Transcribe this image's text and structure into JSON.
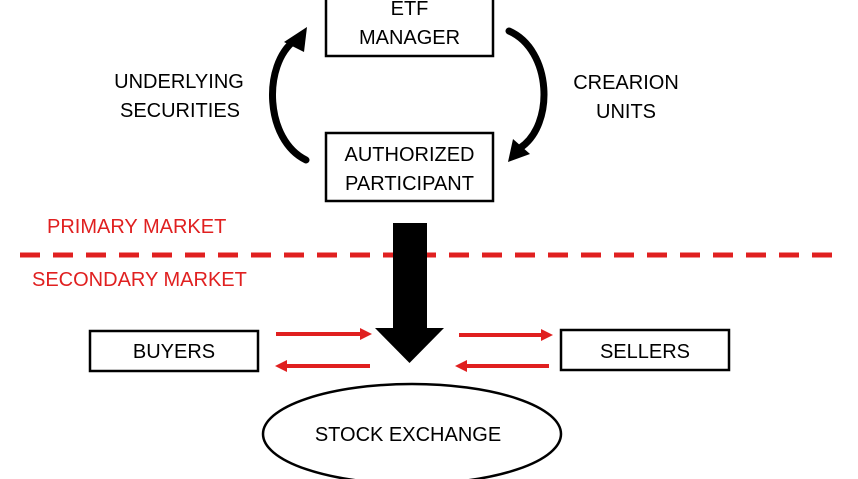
{
  "colors": {
    "ink": "#000000",
    "market_red": "#e02020",
    "background": "#ffffff"
  },
  "nodes": {
    "etf_manager": {
      "line1": "ETF",
      "line2": "MANAGER"
    },
    "authorized_participant": {
      "line1": "AUTHORIZED",
      "line2": "PARTICIPANT"
    },
    "buyers": {
      "label": "BUYERS"
    },
    "sellers": {
      "label": "SELLERS"
    },
    "stock_exchange": {
      "label": "STOCK EXCHANGE"
    }
  },
  "flows": {
    "underlying_securities": {
      "line1": "UNDERLYING",
      "line2": "SECURITIES"
    },
    "creation_units": {
      "line1": "CREARION",
      "line2": "UNITS"
    }
  },
  "markets": {
    "primary": "PRIMARY MARKET",
    "secondary": "SECONDARY MARKET"
  },
  "icons": {
    "cycle_left": "curved-arrow-up-icon",
    "cycle_right": "curved-arrow-down-icon",
    "main_flow": "block-arrow-down-icon",
    "trade_flows": "double-arrow-icon"
  }
}
